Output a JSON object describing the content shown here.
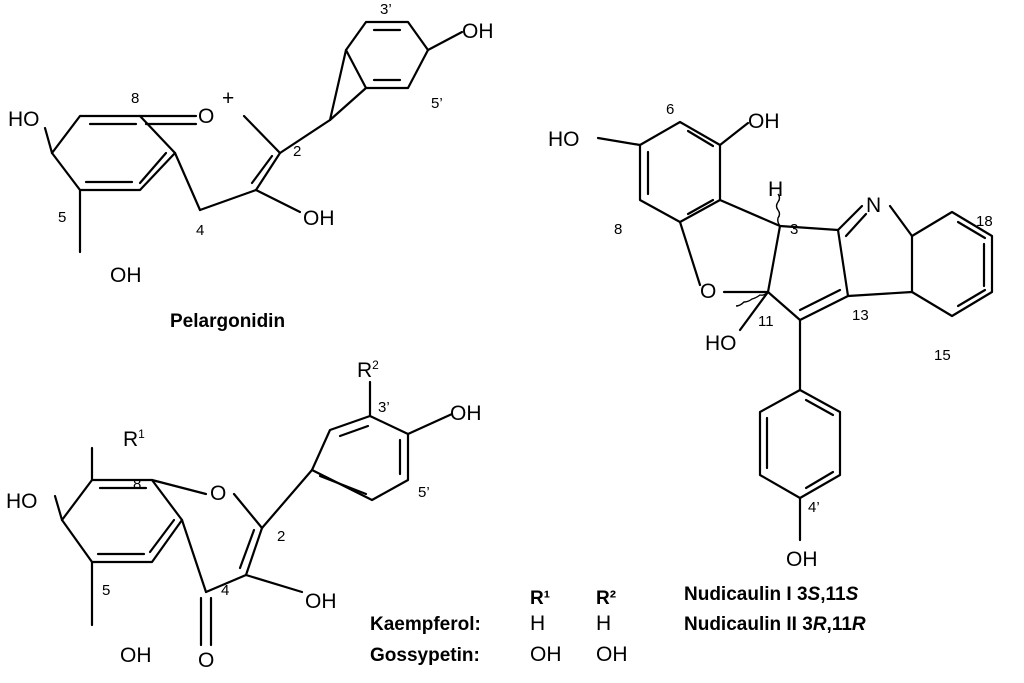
{
  "pelargonidin": {
    "name": "Pelargonidin",
    "oh_7": "HO",
    "oh_5": "OH",
    "oh_3": "OH",
    "oh_4p": "OH",
    "ring_o": "O",
    "charge": "+",
    "n8": "8",
    "n5": "5",
    "n4": "4",
    "n2": "2",
    "n3p": "3’",
    "n5p": "5’"
  },
  "flavonol": {
    "oh_7": "HO",
    "oh_5": "OH",
    "oh_3": "OH",
    "oh_4p": "OH",
    "ring_o": "O",
    "carbonyl_o": "O",
    "r1": "R",
    "r1_sup": "1",
    "r2": "R",
    "r2_sup": "2",
    "n8": "8",
    "n5": "5",
    "n4": "4",
    "n2": "2",
    "n3p": "3’",
    "n5p": "5’"
  },
  "substituent_table": {
    "col_r1": "R¹",
    "col_r2": "R²",
    "rows": [
      {
        "name": "Kaempferol:",
        "r1": "H",
        "r2": "H"
      },
      {
        "name": "Gossypetin:",
        "r1": "OH",
        "r2": "OH"
      }
    ]
  },
  "nudicaulin": {
    "oh_7": "HO",
    "oh_5": "OH",
    "oh_11": "HO",
    "oh_4p": "OH",
    "ring_o": "O",
    "n_atom": "N",
    "h_atom": "H",
    "n6": "6",
    "n8": "8",
    "n3": "3",
    "n11": "11",
    "n13": "13",
    "n15": "15",
    "n18": "18",
    "n4p": "4’",
    "isomers": [
      {
        "name": "Nudicaulin I ",
        "config_a": "3",
        "ster_a": "S",
        "sep": ",11",
        "ster_b": "S"
      },
      {
        "name": "Nudicaulin II ",
        "config_a": "3",
        "ster_a": "R",
        "sep": ",11",
        "ster_b": "R"
      }
    ]
  }
}
